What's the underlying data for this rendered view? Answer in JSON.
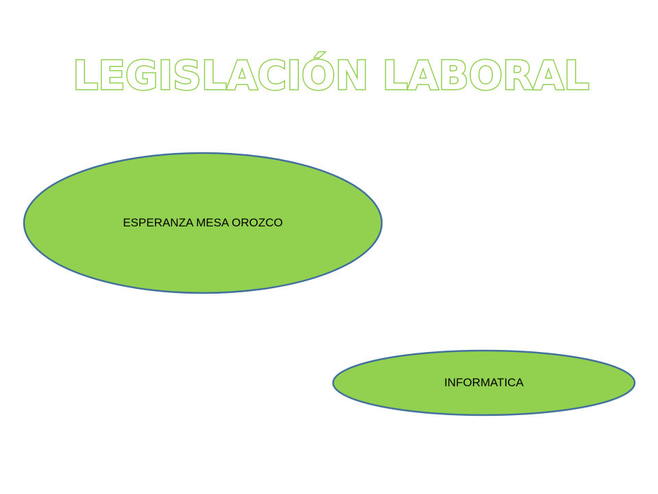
{
  "slide": {
    "title": "LEGISLACIÓN LABORAL",
    "shapes": [
      {
        "label": "ESPERANZA MESA OROZCO"
      },
      {
        "label": "INFORMATICA"
      }
    ]
  },
  "colors": {
    "title_outline": "#92d050",
    "shape_fill": "#92d050",
    "shape_border": "#41719c",
    "background": "#ffffff"
  }
}
